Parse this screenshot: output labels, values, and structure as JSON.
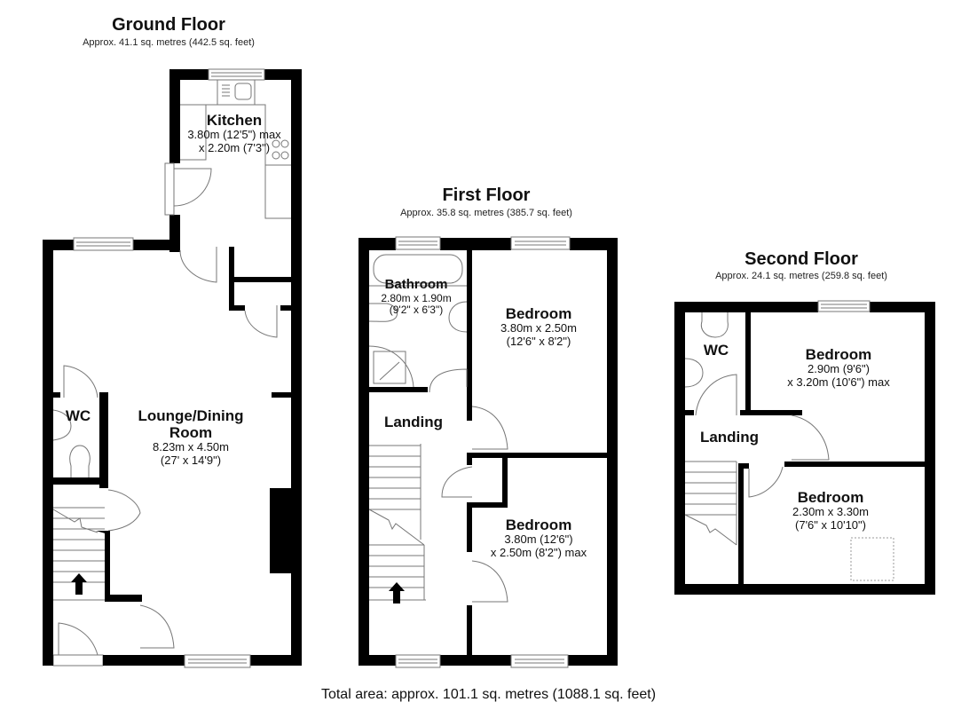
{
  "floors": [
    {
      "title": "Ground Floor",
      "area": "Approx. 41.1 sq. metres (442.5 sq. feet)",
      "rooms": [
        {
          "name": "Kitchen",
          "dims": [
            "3.80m (12'5\") max",
            "x 2.20m (7'3\")"
          ]
        },
        {
          "name": "WC",
          "dims": []
        },
        {
          "name": "Lounge/Dining",
          "name2": "Room",
          "dims": [
            "8.23m x 4.50m",
            "(27' x 14'9\")"
          ]
        }
      ]
    },
    {
      "title": "First Floor",
      "area": "Approx. 35.8 sq. metres (385.7 sq. feet)",
      "rooms": [
        {
          "name": "Bathroom",
          "dims": [
            "2.80m x 1.90m",
            "(9'2\" x 6'3\")"
          ]
        },
        {
          "name": "Bedroom",
          "dims": [
            "3.80m x 2.50m",
            "(12'6\" x 8'2\")"
          ]
        },
        {
          "name": "Landing",
          "dims": []
        },
        {
          "name": "Bedroom",
          "dims": [
            "3.80m (12'6\")",
            "x 2.50m (8'2\") max"
          ]
        }
      ]
    },
    {
      "title": "Second Floor",
      "area": "Approx. 24.1 sq. metres (259.8 sq. feet)",
      "rooms": [
        {
          "name": "WC",
          "dims": []
        },
        {
          "name": "Bedroom",
          "dims": [
            "2.90m (9'6\")",
            "x 3.20m (10'6\") max"
          ]
        },
        {
          "name": "Landing",
          "dims": []
        },
        {
          "name": "Bedroom",
          "dims": [
            "2.30m x 3.30m",
            "(7'6\" x 10'10\")"
          ]
        }
      ]
    }
  ],
  "total_area": "Total area: approx. 101.1 sq. metres (1088.1 sq. feet)",
  "colors": {
    "wall": "#000000",
    "fixture_line": "#777777",
    "background": "#ffffff"
  },
  "icons": [
    "stairs-up-arrow-icon",
    "window-icon",
    "door-swing-icon",
    "sink-icon",
    "toilet-icon",
    "bath-icon",
    "shower-icon",
    "hob-icon",
    "skylight-icon"
  ]
}
